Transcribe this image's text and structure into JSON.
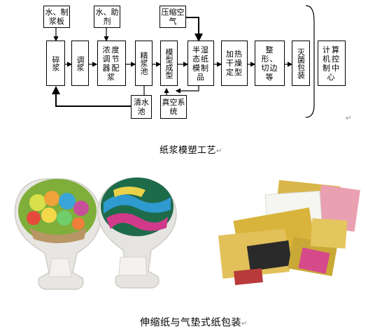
{
  "diagram": {
    "boxes": {
      "water_paperboard": "水、制浆板",
      "water_aid": "水、助剂",
      "compressed_air": "压缩空气",
      "pulping": "碎浆",
      "mixing": "调浆",
      "concentration": "浓度调节器配浆",
      "fine_pulp": "精浆池",
      "mold_forming": "模型成型",
      "semi_wet": "半湿态纸模制品",
      "heat_dry": "加热干燥定型",
      "trim": "整形、切边等",
      "sterilize": "灭菌包装",
      "computer": "计算机控制中心",
      "clear_water": "清水池",
      "vacuum": "真空系统"
    },
    "caption_top": "纸浆模塑工艺",
    "caption_bottom": "伸缩纸与气垫式纸包装",
    "paragraph_mark": "↵",
    "colors": {
      "line": "#000000",
      "background": "#ffffff"
    }
  }
}
